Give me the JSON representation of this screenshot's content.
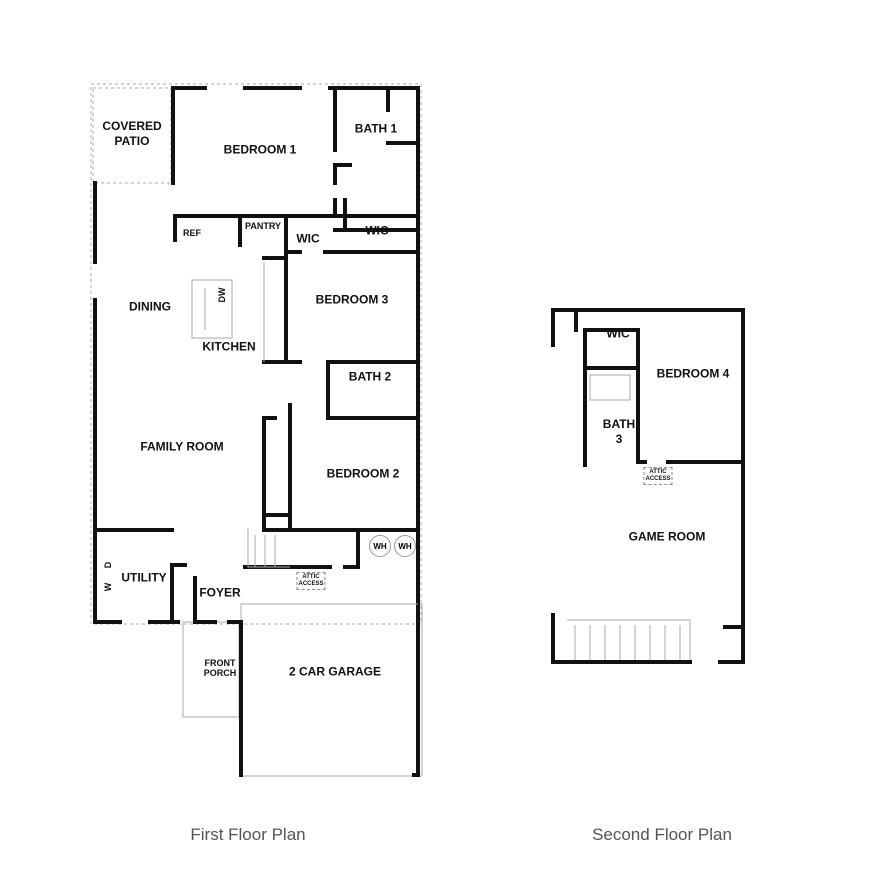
{
  "first_floor": {
    "caption": "First Floor Plan",
    "rooms": {
      "covered_patio": "COVERED\nPATIO",
      "bedroom_1": "BEDROOM 1",
      "bath_1": "BATH 1",
      "wic_1": "WIC",
      "wic_2": "WIC",
      "pantry": "PANTRY",
      "ref": "REF",
      "dining": "DINING",
      "dw": "DW",
      "kitchen": "KITCHEN",
      "bedroom_3": "BEDROOM 3",
      "bath_2": "BATH 2",
      "family_room": "FAMILY ROOM",
      "bedroom_2": "BEDROOM 2",
      "wh_1": "WH",
      "wh_2": "WH",
      "attic_access": "ATTIC\nACCESS",
      "utility": "UTILITY",
      "washer": "W",
      "dryer": "D",
      "foyer": "FOYER",
      "front_porch": "FRONT\nPORCH",
      "garage": "2 CAR GARAGE"
    }
  },
  "second_floor": {
    "caption": "Second Floor Plan",
    "rooms": {
      "wic": "WIC",
      "bedroom_4": "BEDROOM 4",
      "bath_3": "BATH\n3",
      "attic_access": "ATTIC\nACCESS",
      "game_room": "GAME ROOM"
    }
  }
}
